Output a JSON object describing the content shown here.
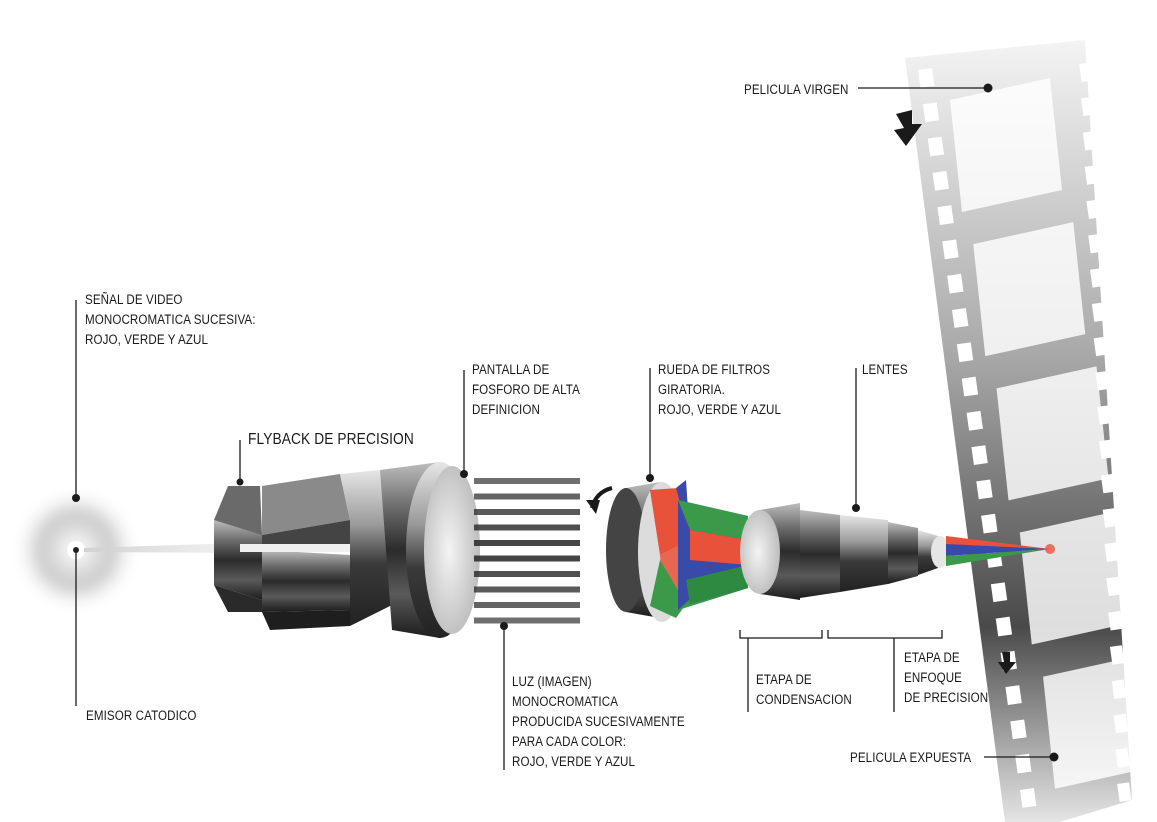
{
  "labels": {
    "senal": {
      "lines": [
        "SEÑAL DE VIDEO",
        "MONOCROMATICA SUCESIVA:",
        "ROJO, VERDE Y AZUL"
      ]
    },
    "emisor": {
      "lines": [
        "EMISOR CATODICO"
      ]
    },
    "flyback": {
      "lines": [
        "FLYBACK DE PRECISION"
      ]
    },
    "pantalla": {
      "lines": [
        "PANTALLA DE",
        "FOSFORO DE ALTA",
        "DEFINICION"
      ]
    },
    "luz": {
      "lines": [
        "LUZ (IMAGEN)",
        "MONOCROMATICA",
        "PRODUCIDA SUCESIVAMENTE",
        "PARA CADA COLOR:",
        "ROJO, VERDE Y AZUL"
      ]
    },
    "rueda": {
      "lines": [
        "RUEDA DE FILTROS",
        "GIRATORIA.",
        "ROJO, VERDE Y AZUL"
      ]
    },
    "lentes": {
      "lines": [
        "LENTES"
      ]
    },
    "condensacion": {
      "lines": [
        "ETAPA DE",
        "CONDENSACION"
      ]
    },
    "enfoque": {
      "lines": [
        "ETAPA DE",
        "ENFOQUE",
        "DE PRECISION"
      ]
    },
    "virgen": {
      "lines": [
        "PELICULA VIRGEN"
      ]
    },
    "expuesta": {
      "lines": [
        "PELICULA EXPUESTA"
      ]
    }
  },
  "colors": {
    "ink": "#1a1a1a",
    "red": "#e8523a",
    "green": "#3a9a4a",
    "blue": "#3a4aa8",
    "metal_dark": "#3a3a3a",
    "metal_light": "#d8d8d8"
  }
}
